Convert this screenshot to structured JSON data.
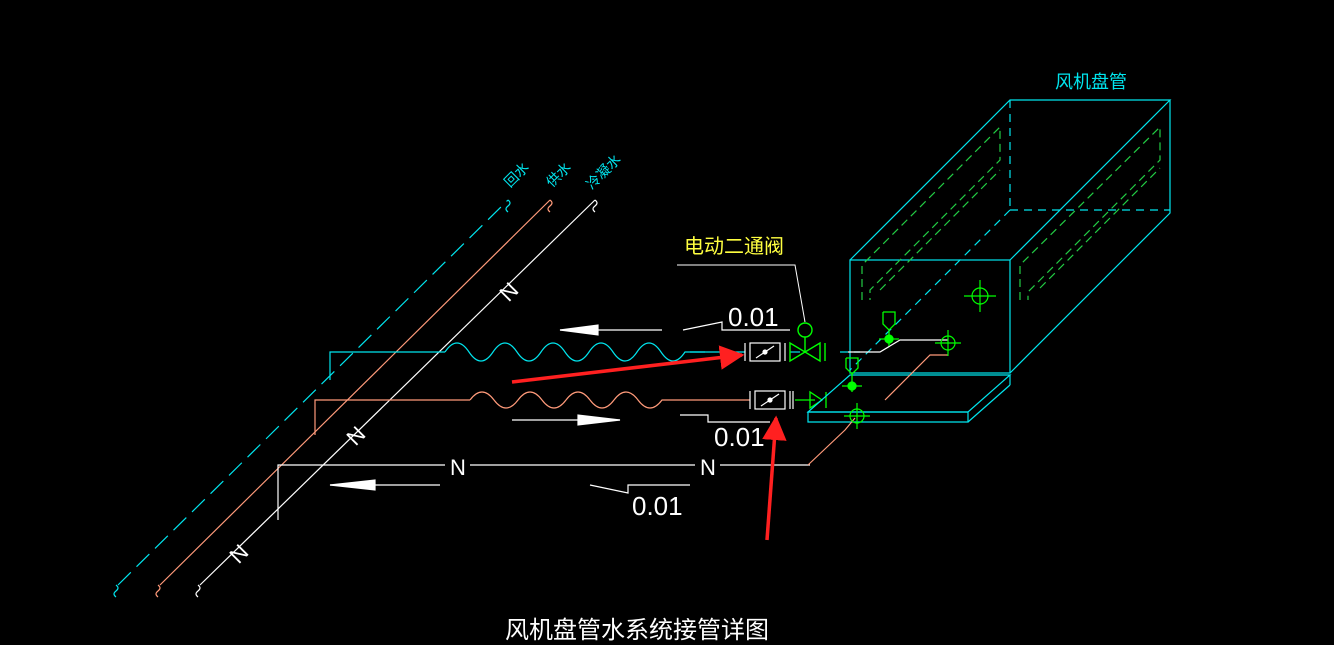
{
  "labels": {
    "fan_coil": "风机盘管",
    "return_water": "回水",
    "supply_water": "供水",
    "condensate": "冷凝水",
    "valve": "电动二通阀",
    "slope_top": "0.01",
    "slope_mid": "0.01",
    "slope_bottom": "0.01",
    "n_mark": "N",
    "title": "风机盘管水系统接管详图"
  },
  "colors": {
    "background": "#000000",
    "cyan": "#00e5ee",
    "salmon": "#ff9a7a",
    "white": "#ffffff",
    "green": "#00ff00",
    "yellow": "#ffff40",
    "red": "#ff2020",
    "coil_green": "#22cc44"
  }
}
